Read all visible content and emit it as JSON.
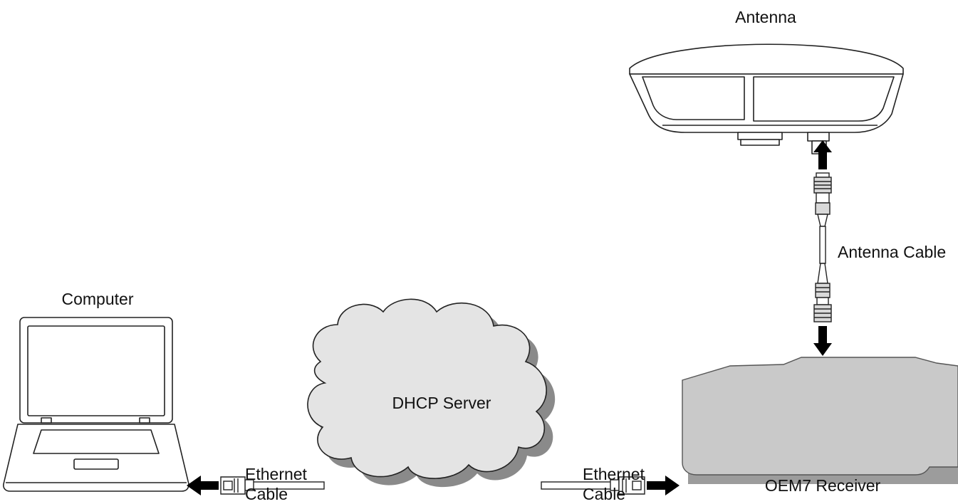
{
  "labels": {
    "antenna": "Antenna",
    "antenna_cable": "Antenna Cable",
    "computer": "Computer",
    "dhcp_server": "DHCP Server",
    "ethernet_cable_left": [
      "Ethernet",
      "Cable"
    ],
    "ethernet_cable_right": [
      "Ethernet",
      "Cable"
    ],
    "receiver": "OEM7 Receiver"
  },
  "colors": {
    "line": "#222222",
    "cloud_fill": "#e4e4e4",
    "cloud_shadow": "#8a8a8a",
    "receiver_fill": "#c9c9c9",
    "receiver_shadow": "#9c9c9c",
    "cable_fill": "#ffffff",
    "arrow": "#000000"
  }
}
